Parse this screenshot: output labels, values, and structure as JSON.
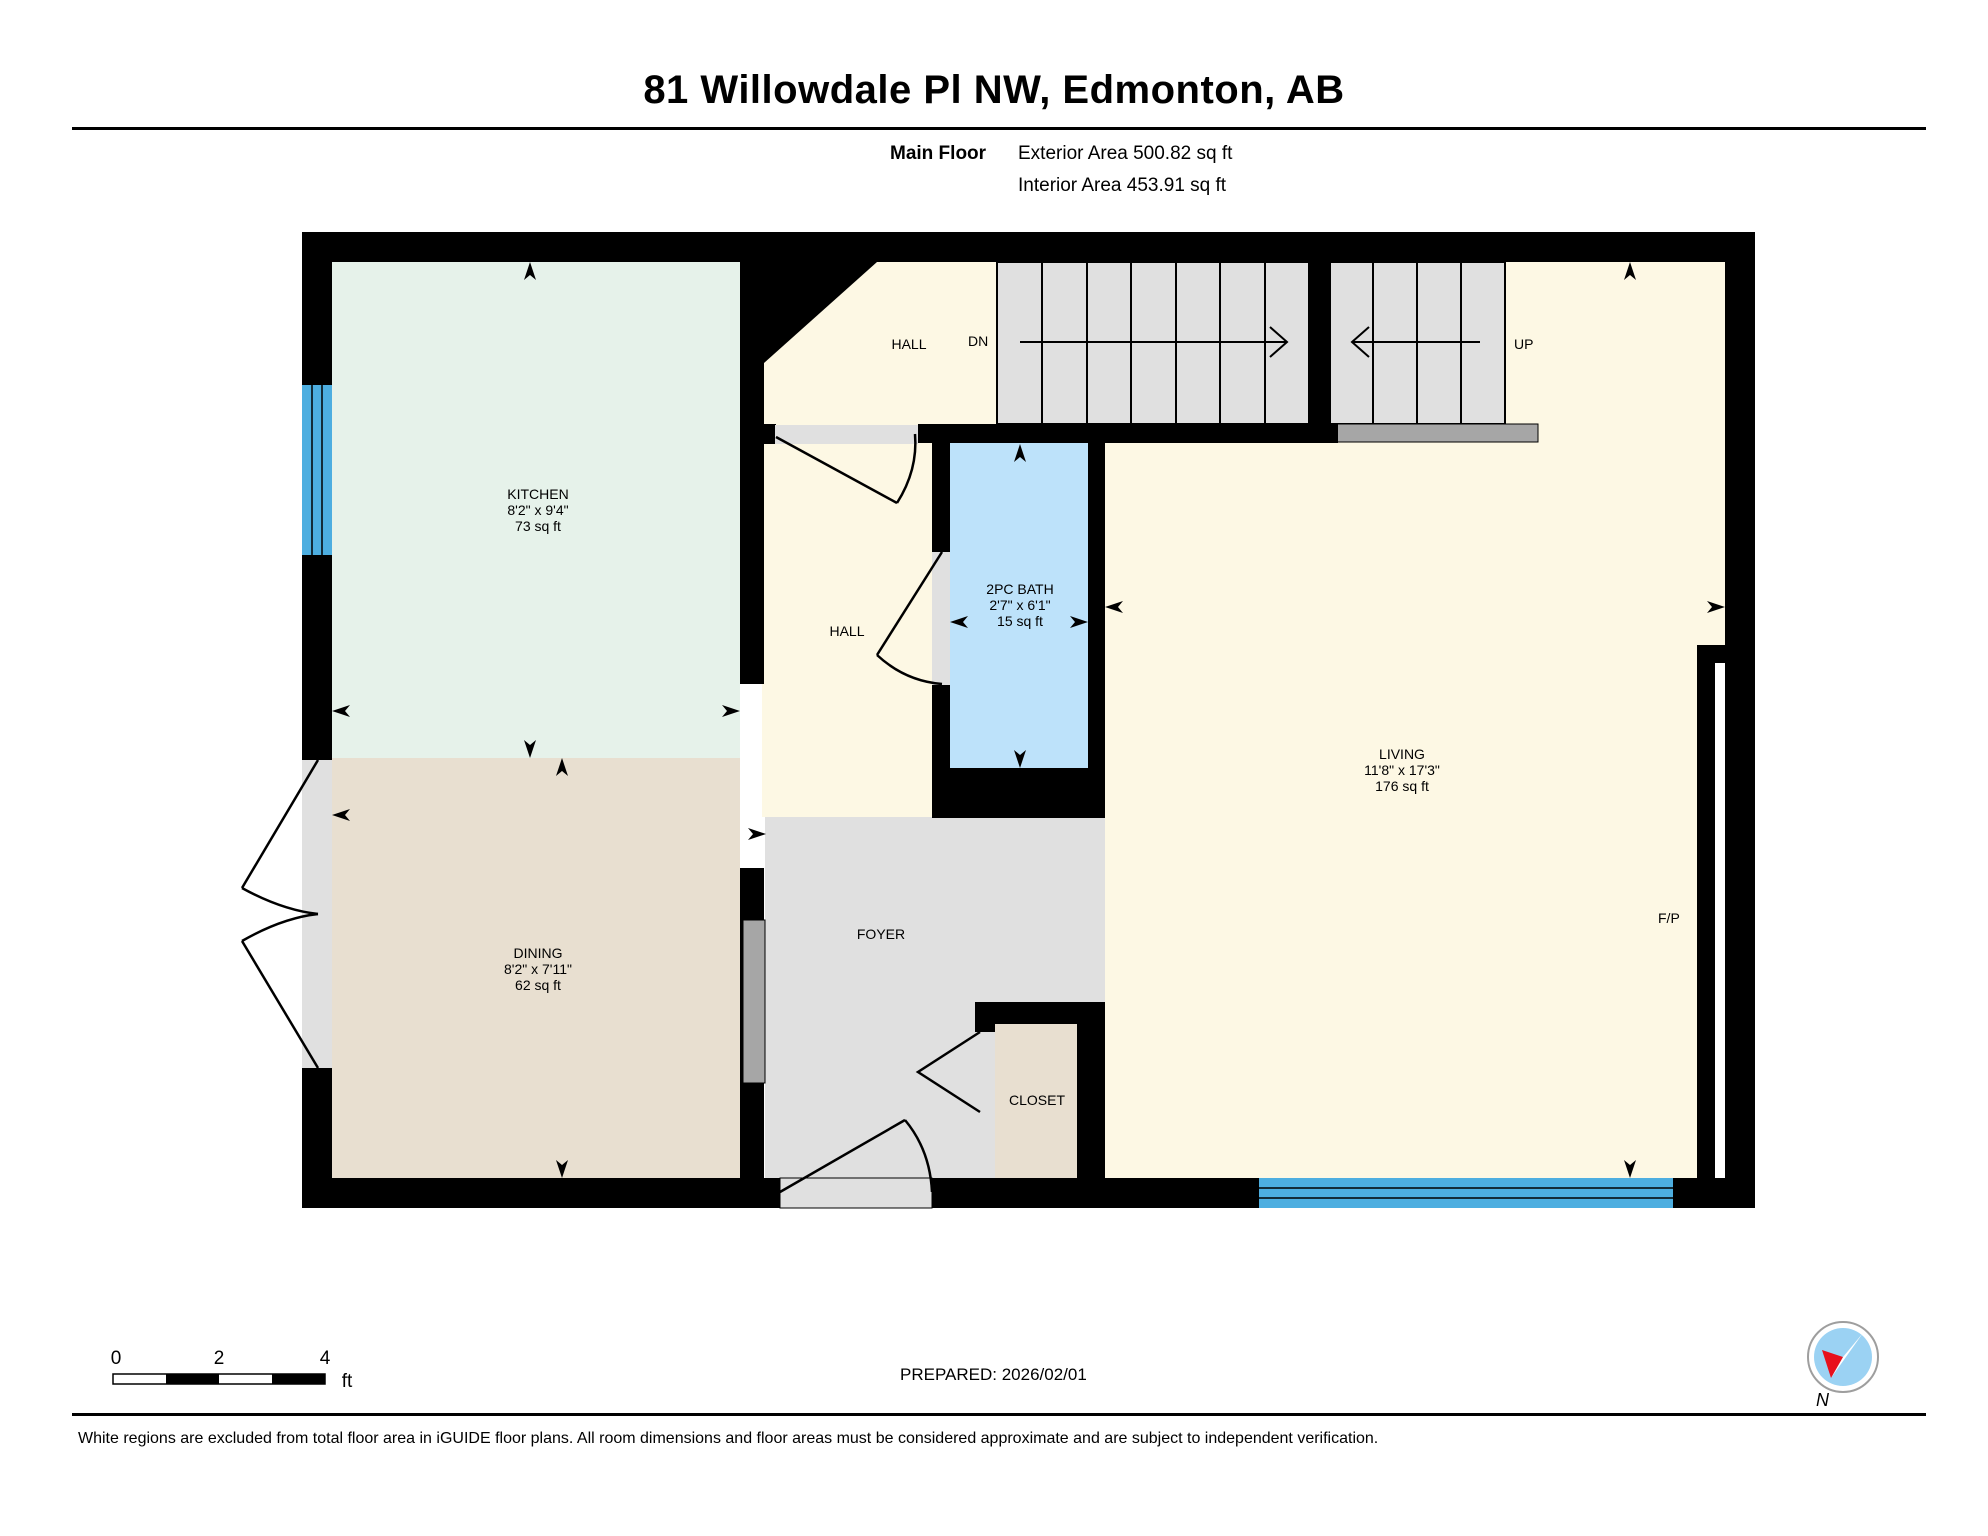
{
  "header": {
    "address": "81 Willowdale Pl NW, Edmonton, AB",
    "floor_name": "Main Floor",
    "exterior_area": "Exterior Area 500.82 sq ft",
    "interior_area": "Interior Area 453.91 sq ft"
  },
  "rooms": {
    "kitchen": {
      "name": "KITCHEN",
      "dims": "8'2\" x 9'4\"",
      "area": "73 sq ft"
    },
    "dining": {
      "name": "DINING",
      "dims": "8'2\" x 7'11\"",
      "area": "62 sq ft"
    },
    "bath": {
      "name": "2PC BATH",
      "dims": "2'7\" x 6'1\"",
      "area": "15 sq ft"
    },
    "living": {
      "name": "LIVING",
      "dims": "11'8\" x 17'3\"",
      "area": "176 sq ft"
    },
    "hall_upper": {
      "name": "HALL"
    },
    "hall_lower": {
      "name": "HALL"
    },
    "foyer": {
      "name": "FOYER"
    },
    "closet": {
      "name": "CLOSET"
    }
  },
  "stair_labels": {
    "down": "DN",
    "up": "UP"
  },
  "fireplace_label": "F/P",
  "scale_bar": {
    "ticks": [
      "0",
      "2",
      "4"
    ],
    "unit": "ft"
  },
  "compass_label": "N",
  "prepared": "PREPARED: 2026/02/01",
  "disclaimer": "White regions are excluded from total floor area in iGUIDE floor plans. All room dimensions and floor areas must be considered approximate and are subject to independent verification.",
  "colors": {
    "kitchen": "#e6f2ea",
    "dining": "#e8dfd0",
    "hall": "#fdf8e4",
    "living": "#fdf8e4",
    "bath": "#bde2fa",
    "foyer": "#e0e0e0",
    "closet": "#e8dfd0",
    "stairs": "#e0e0e0",
    "window": "#4daee0",
    "wall": "#000000"
  }
}
